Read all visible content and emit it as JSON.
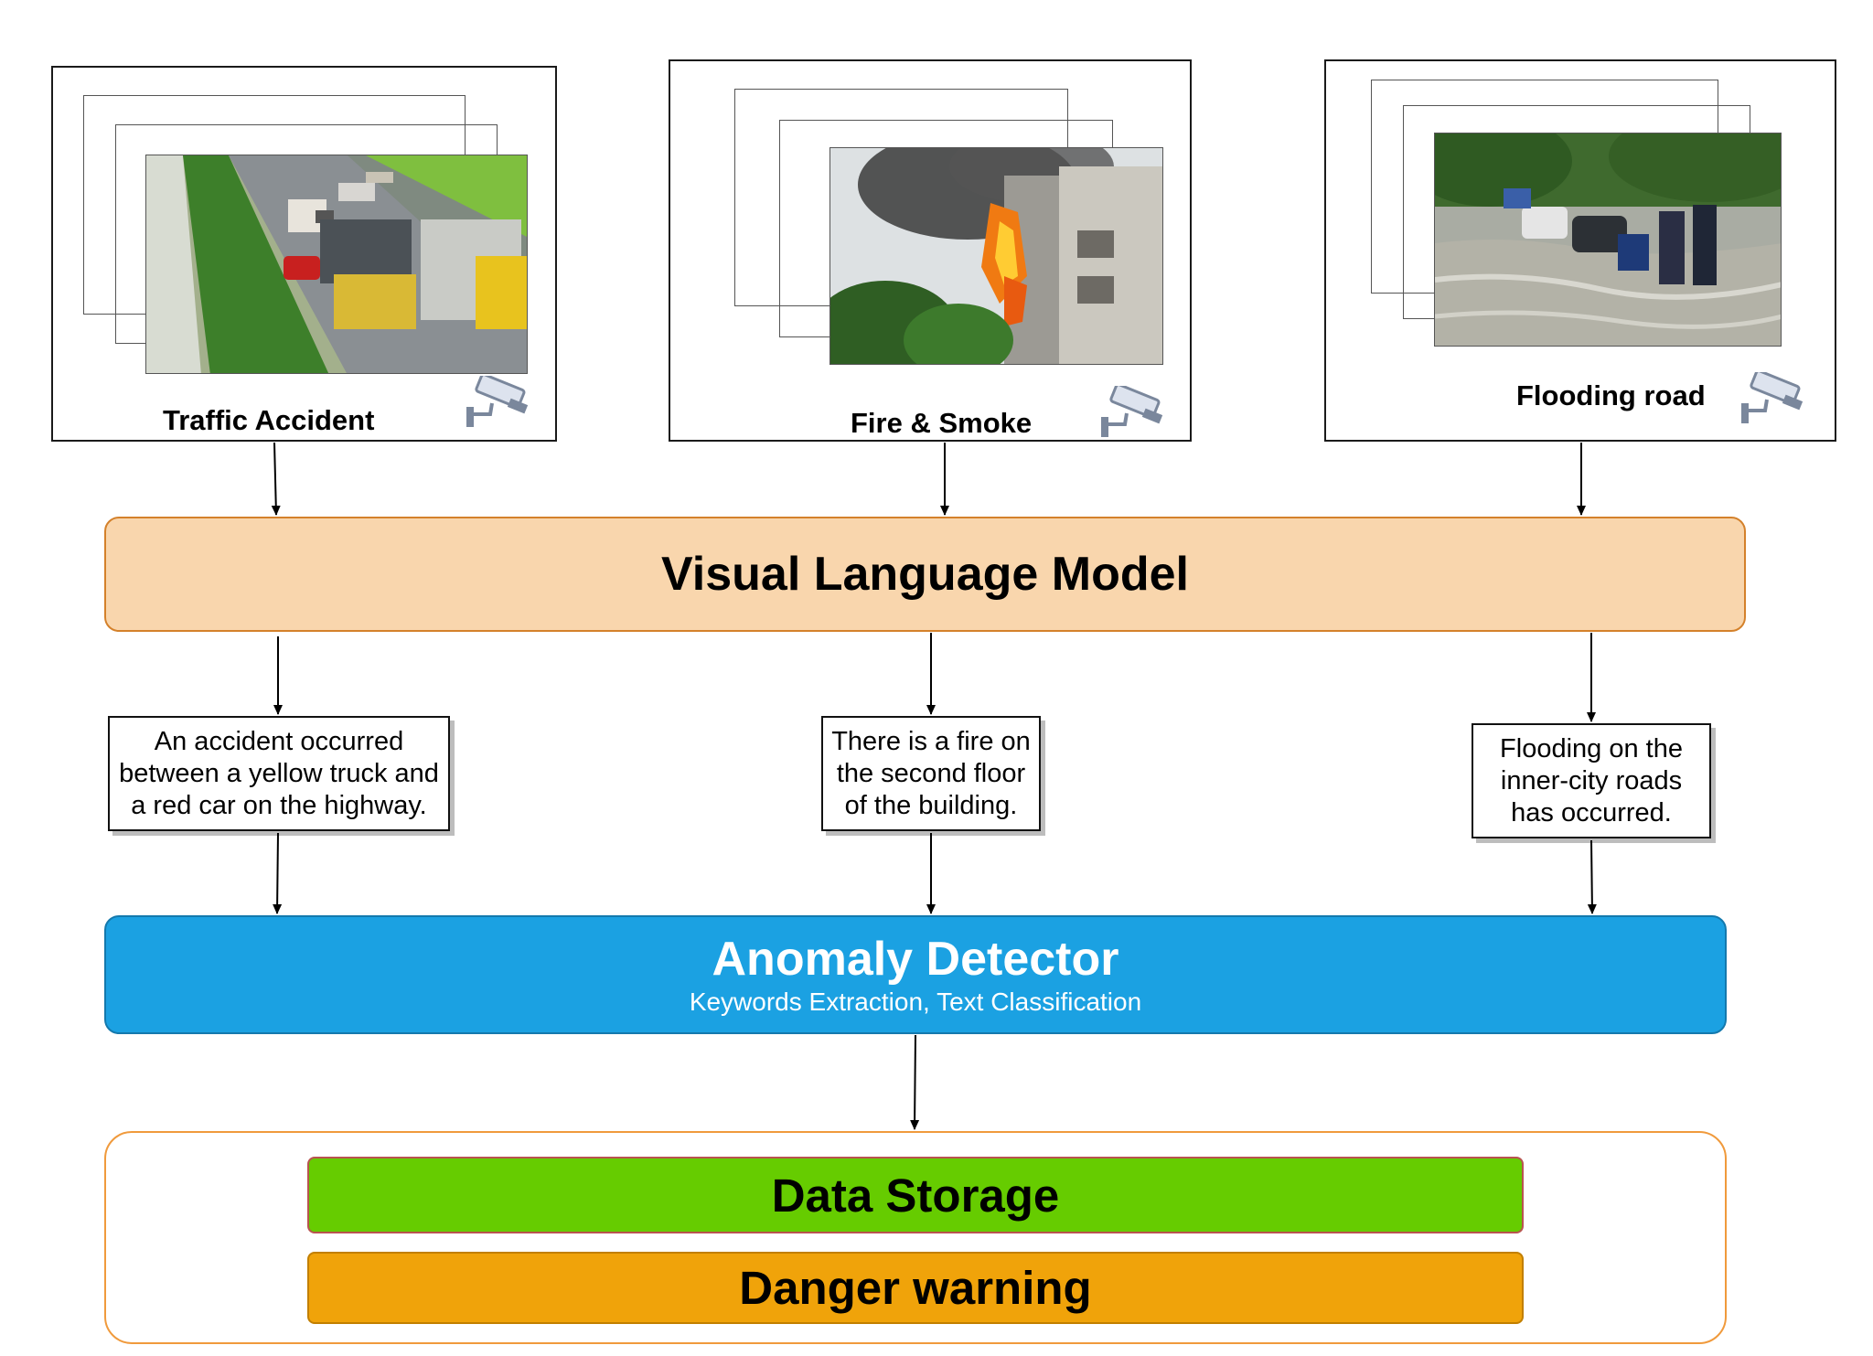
{
  "cameras": [
    {
      "label": "Traffic Accident",
      "icon": "cctv-camera-icon",
      "scene": "highway-accident"
    },
    {
      "label": "Fire & Smoke",
      "icon": "cctv-camera-icon",
      "scene": "building-fire"
    },
    {
      "label": "Flooding road",
      "icon": "cctv-camera-icon",
      "scene": "flooded-street"
    }
  ],
  "vlm": {
    "title": "Visual Language Model"
  },
  "captions": [
    "An accident occurred between a yellow truck and a red car on the highway.",
    "There is a fire on the second floor of the building.",
    "Flooding on the inner-city roads has occurred."
  ],
  "detector": {
    "title": "Anomaly Detector",
    "subtitle": "Keywords Extraction, Text Classification"
  },
  "outputs": {
    "storage": "Data Storage",
    "warning": "Danger warning"
  },
  "colors": {
    "vlm_fill": "#f9d6ad",
    "vlm_border": "#d4812b",
    "detector_fill": "#1ba1e2",
    "storage_fill": "#66cc00",
    "warning_fill": "#f0a30a",
    "output_border": "#f09a3c"
  }
}
